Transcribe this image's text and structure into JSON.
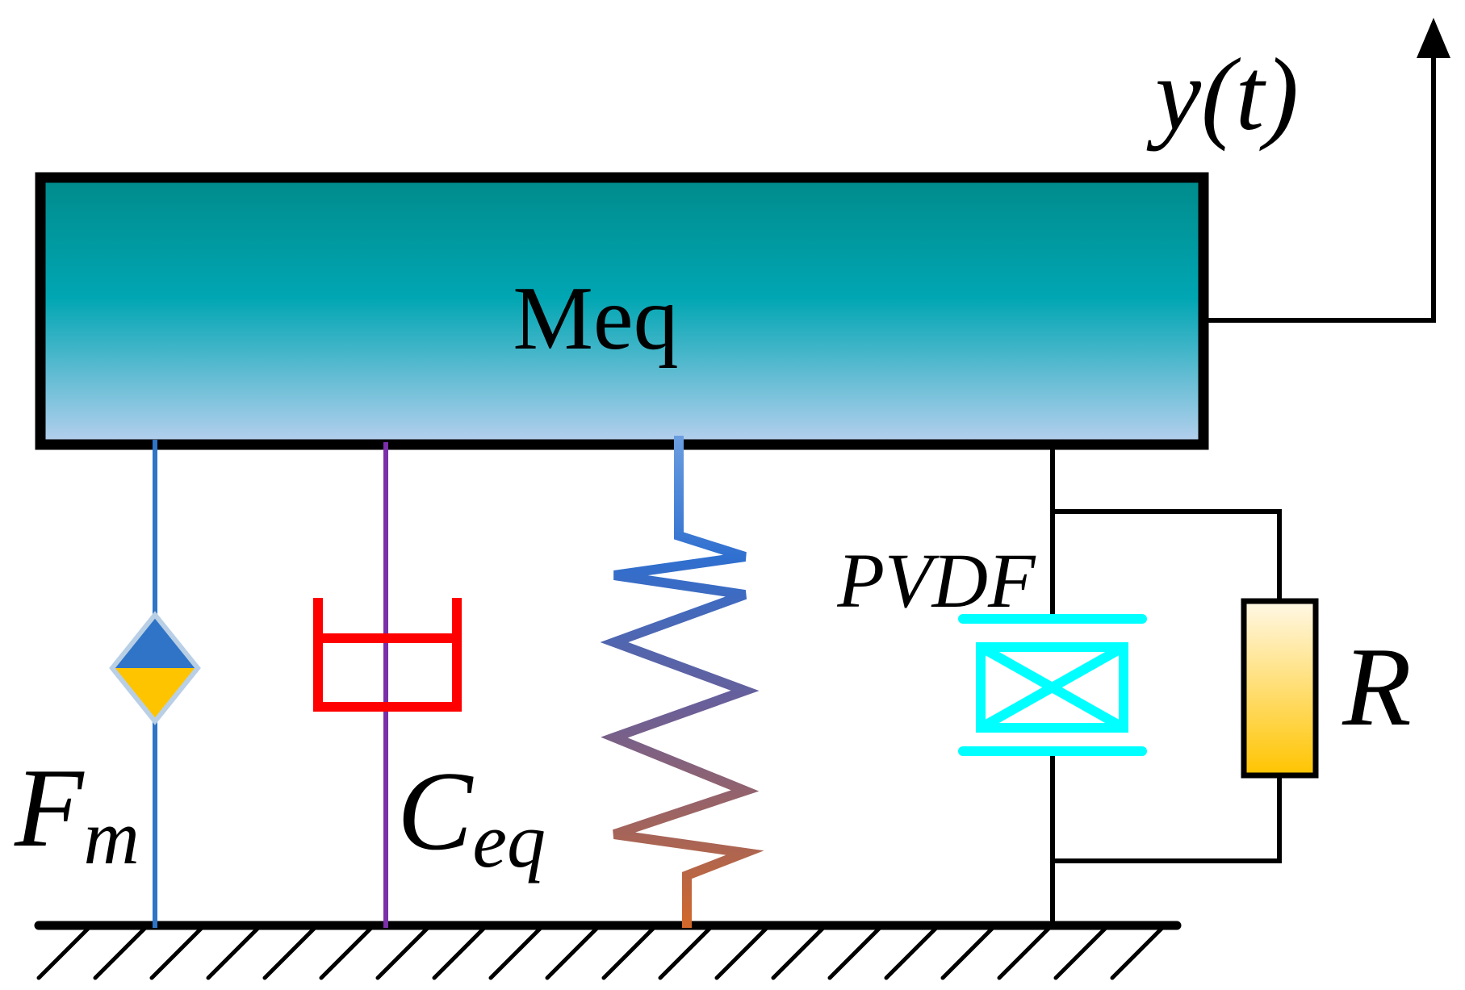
{
  "diagram": {
    "mass_label": "Meq",
    "displacement_label": "y(t)",
    "force_label": {
      "main": "F",
      "sub": "m"
    },
    "damper_label": {
      "main": "C",
      "sub": "eq"
    },
    "piezo_label": "PVDF",
    "resistor_label": "R"
  },
  "colors": {
    "mass_top": "#008b8b",
    "mass_mid": "#00a6b3",
    "mass_bottom": "#b8d0ef",
    "force_line": "#2f74c6",
    "force_diamond_top": "#2f74c6",
    "force_diamond_bottom": "#ffc400",
    "damper_line": "#7b2fa8",
    "damper_cup": "#ff0000",
    "spring_top": "#5b8fd8",
    "spring_bottom": "#cc6a2c",
    "piezo": "#00ffff",
    "resistor_top": "#fff8e6",
    "resistor_bottom": "#ffc400",
    "wire": "#000000"
  }
}
